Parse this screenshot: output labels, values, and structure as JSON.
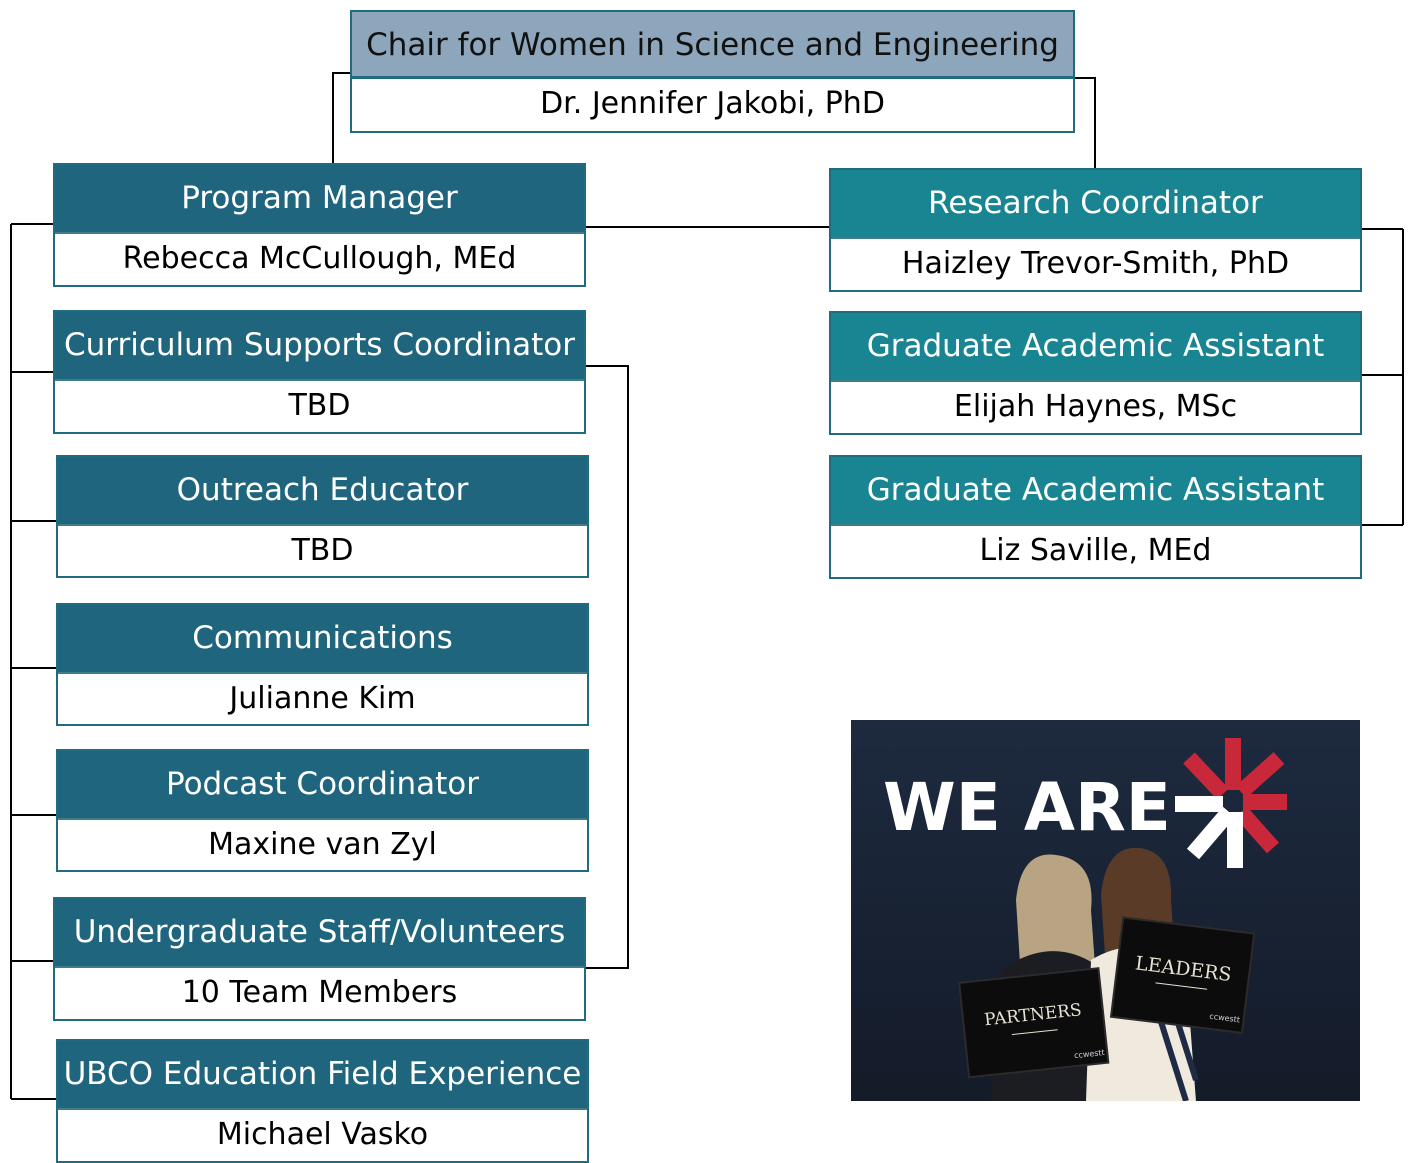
{
  "chair": {
    "title": "Chair for Women in Science and Engineering",
    "name": "Dr. Jennifer Jakobi, PhD"
  },
  "left": [
    {
      "title": "Program Manager",
      "name": "Rebecca McCullough, MEd"
    },
    {
      "title": "Curriculum Supports Coordinator",
      "name": "TBD"
    },
    {
      "title": "Outreach Educator",
      "name": "TBD"
    },
    {
      "title": "Communications",
      "name": "Julianne Kim"
    },
    {
      "title": "Podcast Coordinator",
      "name": "Maxine van Zyl"
    },
    {
      "title": "Undergraduate Staff/Volunteers",
      "name": "10 Team Members"
    },
    {
      "title": "UBCO Education Field Experience",
      "name": "Michael Vasko"
    }
  ],
  "right": [
    {
      "title": "Research Coordinator",
      "name": "Haizley Trevor-Smith, PhD"
    },
    {
      "title": "Graduate Academic Assistant",
      "name": "Elijah Haynes, MSc"
    },
    {
      "title": "Graduate Academic Assistant",
      "name": "Liz Saville, MEd"
    }
  ],
  "photo": {
    "banner_text": "WE ARE",
    "sign_left": "PARTNERS",
    "sign_right": "LEADERS",
    "sign_brand": "ccwestt",
    "colors": {
      "backdrop": "#1c2638",
      "accent_red": "#c8283a"
    }
  }
}
